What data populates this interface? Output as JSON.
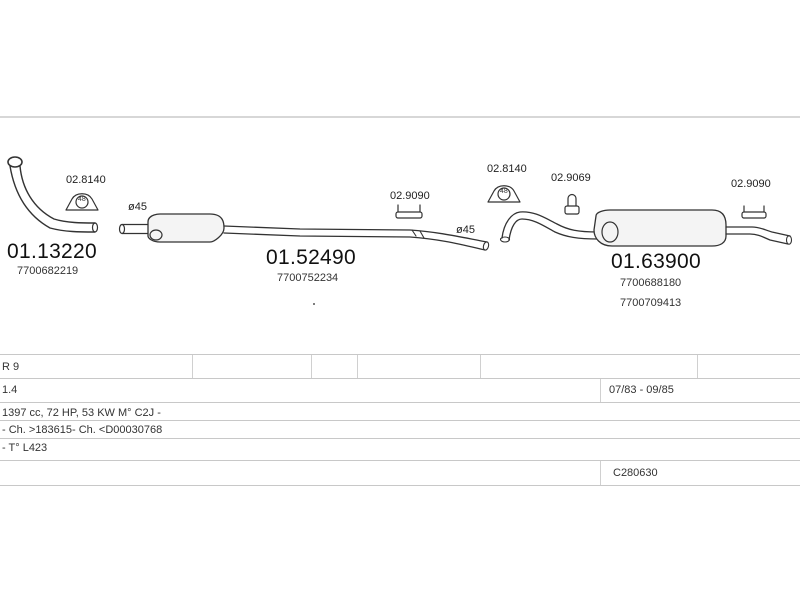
{
  "parts": {
    "front_pipe": {
      "number": "01.13220",
      "ref": "7700682219"
    },
    "middle_silencer": {
      "number": "01.52490",
      "ref": "7700752234"
    },
    "rear_silencer": {
      "number": "01.63900",
      "ref_1": "7700688180",
      "ref_2": "7700709413"
    },
    "clamp_front": {
      "code": "02.8140",
      "size": "48"
    },
    "clamp_mid": {
      "code": "02.8140",
      "size": "48"
    },
    "mount_mid": {
      "code": "02.9090"
    },
    "mount_rear_top": {
      "code": "02.9069"
    },
    "mount_rear": {
      "code": "02.9090"
    },
    "diameter_front": "ø45",
    "diameter_mid": "ø45"
  },
  "table": {
    "rows": [
      {
        "left": "R 9",
        "right": ""
      },
      {
        "left": "1.4",
        "right": "07/83 - 09/85"
      },
      {
        "left": "1397 cc, 72 HP, 53 KW M° C2J -",
        "right": ""
      },
      {
        "left": "- Ch. >183615- Ch. <D00030768",
        "right": ""
      },
      {
        "left": "- T° L423",
        "right": ""
      },
      {
        "left": "",
        "right": "C280630"
      }
    ]
  }
}
